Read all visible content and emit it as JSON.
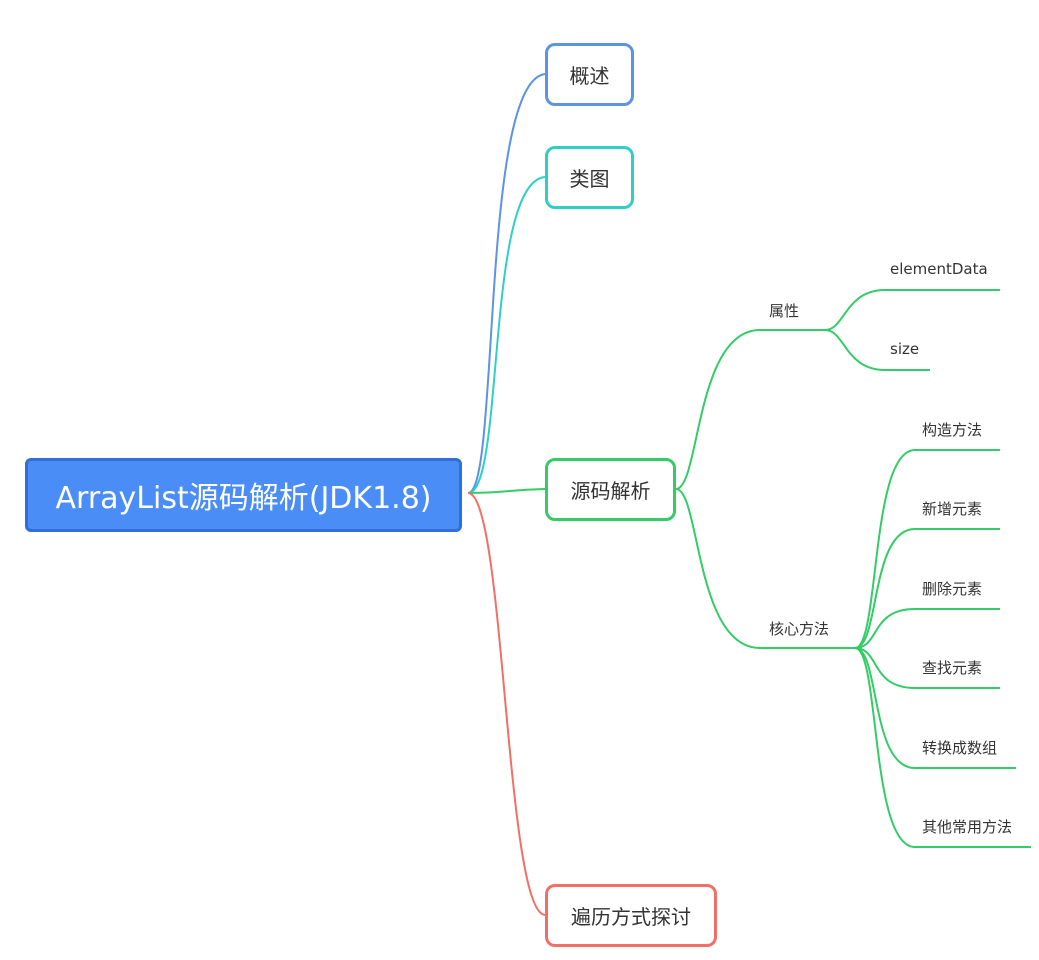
{
  "root": {
    "label": "ArrayList源码解析(JDK1.8)"
  },
  "branches": {
    "overview": {
      "label": "概述"
    },
    "class_diagram": {
      "label": "类图"
    },
    "source_analysis": {
      "label": "源码解析",
      "attributes": {
        "label": "属性",
        "items": [
          "elementData",
          "size"
        ]
      },
      "core_methods": {
        "label": "核心方法",
        "items": [
          "构造方法",
          "新增元素",
          "删除元素",
          "查找元素",
          "转换成数组",
          "其他常用方法"
        ]
      }
    },
    "iteration": {
      "label": "遍历方式探讨"
    }
  },
  "colors": {
    "root_fill": "#4a8df6",
    "overview": "#5b93e6",
    "class_diagram": "#2fcfc8",
    "source_analysis": "#33cc66",
    "iteration": "#f07067"
  }
}
